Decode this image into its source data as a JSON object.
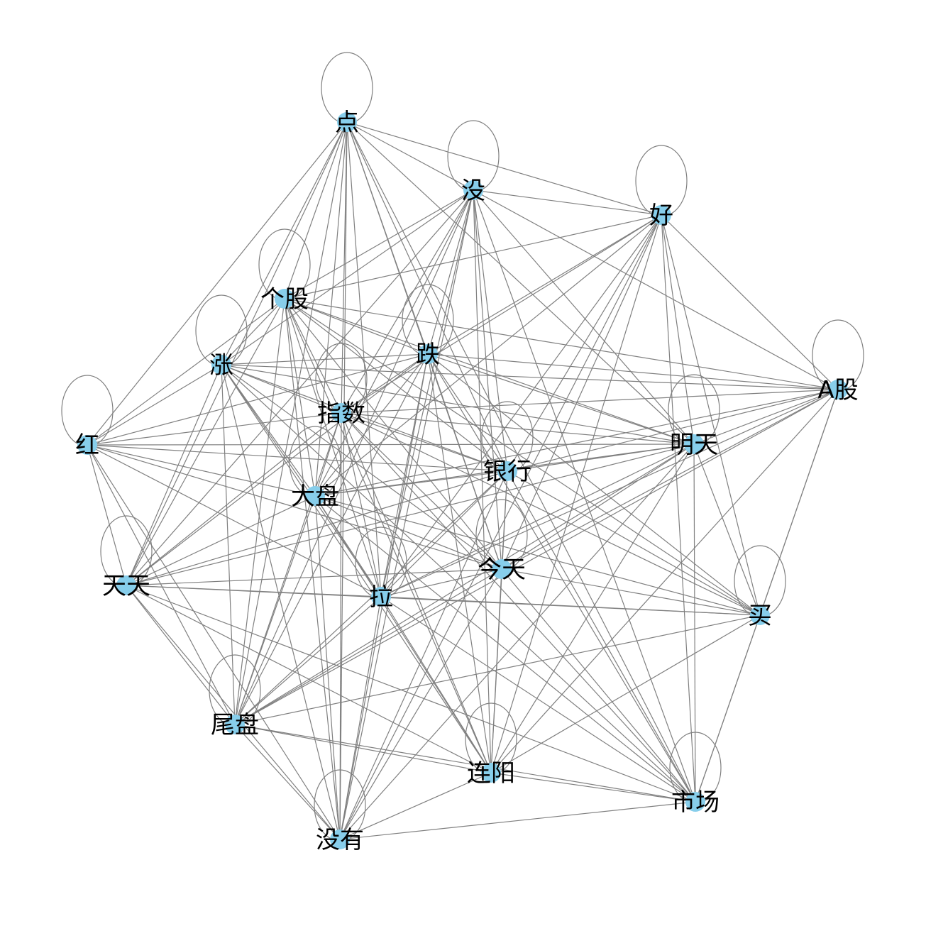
{
  "graph": {
    "node_color": "#87ceeb",
    "edge_color": "#808080",
    "background": "#ffffff",
    "nodes": [
      {
        "id": "dian",
        "label": "点"
      },
      {
        "id": "mei",
        "label": "没"
      },
      {
        "id": "hao",
        "label": "好"
      },
      {
        "id": "gegu",
        "label": "个股"
      },
      {
        "id": "zhang",
        "label": "涨"
      },
      {
        "id": "die",
        "label": "跌"
      },
      {
        "id": "agu",
        "label": "A股"
      },
      {
        "id": "zhishu",
        "label": "指数"
      },
      {
        "id": "hong",
        "label": "红"
      },
      {
        "id": "mingtian",
        "label": "明天"
      },
      {
        "id": "yinhang",
        "label": "银行"
      },
      {
        "id": "dapan",
        "label": "大盘"
      },
      {
        "id": "jintian",
        "label": "今天"
      },
      {
        "id": "tiantian",
        "label": "天天"
      },
      {
        "id": "la",
        "label": "拉"
      },
      {
        "id": "mai",
        "label": "买"
      },
      {
        "id": "weipan",
        "label": "尾盘"
      },
      {
        "id": "lianyang",
        "label": "连阳"
      },
      {
        "id": "shichang",
        "label": "市场"
      },
      {
        "id": "meiyou",
        "label": "没有"
      }
    ],
    "self_loops": [
      "dian",
      "mei",
      "hao",
      "gegu",
      "zhang",
      "die",
      "agu",
      "zhishu",
      "hong",
      "mingtian",
      "yinhang",
      "dapan",
      "jintian",
      "tiantian",
      "la",
      "mai",
      "weipan",
      "lianyang",
      "shichang",
      "meiyou"
    ],
    "missing_edges": [
      [
        "dian",
        "agu"
      ],
      [
        "mei",
        "mai"
      ],
      [
        "hao",
        "hong"
      ],
      [
        "hao",
        "zhang"
      ],
      [
        "agu",
        "hong"
      ],
      [
        "agu",
        "tiantian"
      ],
      [
        "agu",
        "meiyou"
      ],
      [
        "mai",
        "hong"
      ],
      [
        "mai",
        "zhang"
      ],
      [
        "shichang",
        "hong"
      ],
      [
        "shichang",
        "gegu"
      ],
      [
        "lianyang",
        "hong"
      ],
      [
        "lianyang",
        "dian"
      ],
      [
        "meiyou",
        "mai"
      ],
      [
        "hao",
        "tiantian"
      ],
      [
        "mei",
        "hong"
      ],
      [
        "dian",
        "mai"
      ],
      [
        "hao",
        "weipan"
      ]
    ]
  }
}
